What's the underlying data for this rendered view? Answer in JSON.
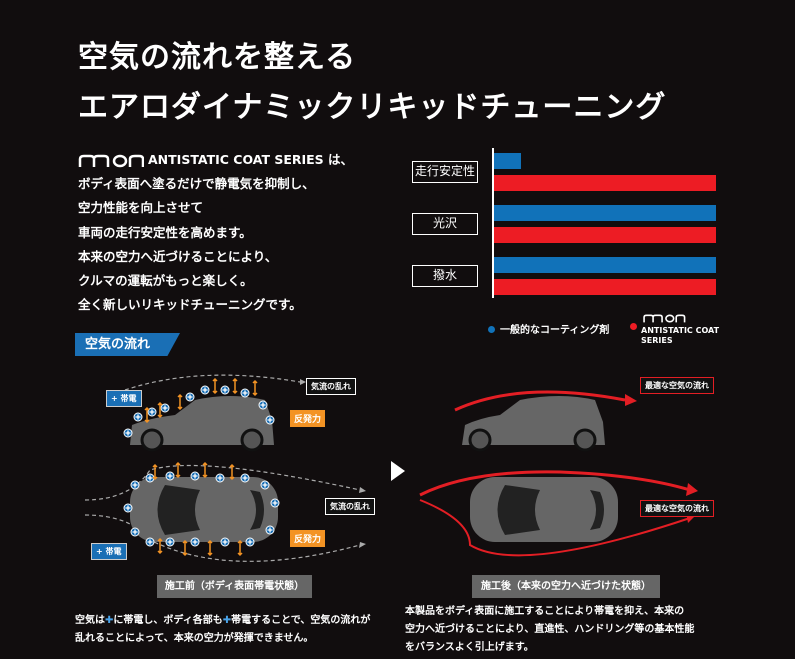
{
  "title": {
    "line1": "空気の流れを整える",
    "line2": "エアロダイナミックリキッドチューニング"
  },
  "description": {
    "brand": "mon",
    "series": "ANTISTATIC COAT SERIES",
    "lines": [
      "ANTISTATIC COAT SERIES は、",
      "ボディ表面へ塗るだけで静電気を抑制し、",
      "空力性能を向上させて",
      "車両の走行安定性を高めます。",
      "本来の空力へ近づけることにより、",
      "クルマの運転がもっと楽しく。",
      "全く新しいリキッドチューニングです。"
    ]
  },
  "chart_data": {
    "type": "bar",
    "orientation": "horizontal",
    "categories": [
      "走行安定性",
      "光沢",
      "撥水"
    ],
    "series": [
      {
        "name": "一般的なコーティング剤",
        "color": "#1172b9",
        "values": [
          12,
          100,
          100
        ]
      },
      {
        "name": "mon ANTISTATIC COAT SERIES",
        "color": "#ed1c24",
        "values": [
          100,
          100,
          100
        ]
      }
    ],
    "xlim": [
      0,
      100
    ]
  },
  "legend": {
    "general": "一般的なコーティング剤",
    "brand_logo": "mon",
    "brand": "ANTISTATIC COAT",
    "brand2": "SERIES"
  },
  "section": {
    "tab": "空気の流れ"
  },
  "before": {
    "turbulence": "気流の乱れ",
    "repulsion": "反発力",
    "charge": "+ 帯電",
    "caption": "施工前（ボディ表面帯電状態）",
    "note_a": "空気は",
    "note_b": "に帯電し、ボディ各部も",
    "note_c": "帯電することで、空気の流れが",
    "note2": "乱れることによって、本来の空力が発揮できません。"
  },
  "after": {
    "optimal": "最適な空気の流れ",
    "caption": "施工後（本来の空力へ近づけた状態）",
    "notes": [
      "本製品をボディ表面に施工することにより帯電を抑え、本来の",
      "空力へ近づけることにより、直進性、ハンドリング等の基本性能",
      "をバランスよく引上げます。"
    ]
  }
}
